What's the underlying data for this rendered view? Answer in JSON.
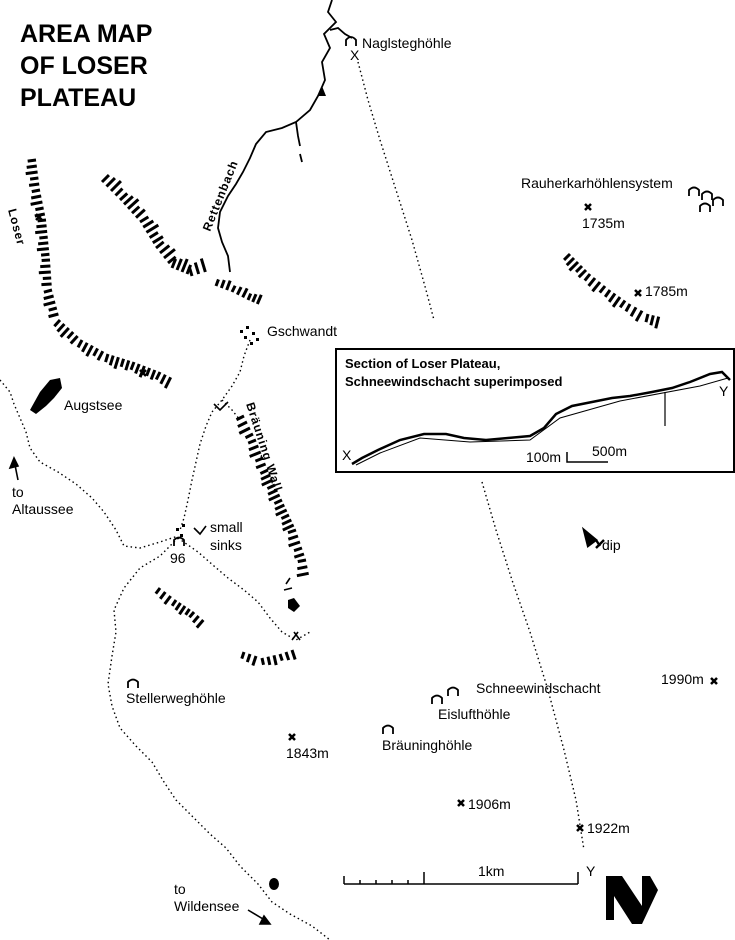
{
  "title": {
    "line1": "AREA MAP",
    "line2": "OF LOSER",
    "line3": "PLATEAU"
  },
  "places": {
    "naglsteghoehle": "Naglsteghöhle",
    "rauherkar": "Rauherkarhöhlensystem",
    "gschwandt": "Gschwandt",
    "augstsee": "Augstsee",
    "small": "small",
    "sinks": "sinks",
    "cave96": "96",
    "stellerweghoehle": "Stellerweghöhle",
    "schneewindschacht": "Schneewindschacht",
    "eislufthoehle": "Eislufthöhle",
    "braeuninghoehle": "Bräuninghöhle"
  },
  "ridges": {
    "loser": "Loser",
    "rettenbach": "Rettenbach",
    "braeuning_wall": "Bräuning Wall"
  },
  "directions": {
    "to": "to",
    "altaussee": "Altaussee",
    "wildensee": "Wildensee",
    "dip": "dip"
  },
  "elevations": {
    "e1735": "1735m",
    "e1785": "1785m",
    "e1843": "1843m",
    "e1906": "1906m",
    "e1922": "1922m",
    "e1990": "1990m"
  },
  "section_line": {
    "x": "X",
    "y": "Y"
  },
  "inset": {
    "title1": "Section of Loser Plateau,",
    "title2": "Schneewindschacht superimposed",
    "x": "X",
    "y": "Y",
    "vscale": "100m",
    "hscale": "500m"
  },
  "scale": {
    "label": "1km"
  },
  "north": {
    "label": "N"
  }
}
